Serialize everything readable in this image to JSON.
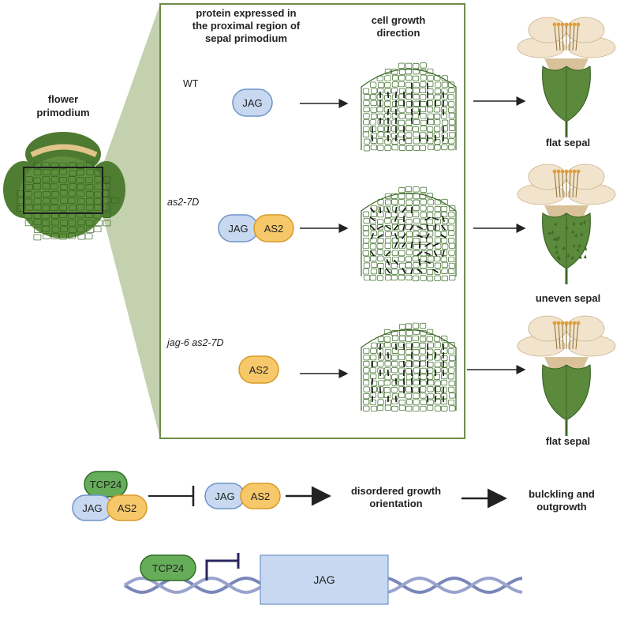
{
  "colors": {
    "frame": "#6d8b4b",
    "wedge": "#b8c9a1",
    "jag_fill": "#c7d8f0",
    "jag_stroke": "#6f94c8",
    "as2_fill": "#f7c86a",
    "as2_stroke": "#d89a26",
    "tcp_fill": "#66ad59",
    "tcp_stroke": "#2f6c2a",
    "leaf_green": "#5c8a3c",
    "petal": "#f2e3cc",
    "cell_line": "#3a6b25",
    "dna": "#7a86b8",
    "promoter": "#2a2660"
  },
  "primordium": {
    "label_line1": "flower",
    "label_line2": "primodium"
  },
  "headers": {
    "protein_line1": "protein expressed in",
    "protein_line2": "the proximal region of",
    "protein_line3": "sepal primodium",
    "growth_line1": "cell growth",
    "growth_line2": "direction"
  },
  "rows": [
    {
      "genotype": "WT",
      "proteins": [
        "JAG"
      ],
      "outcome": "flat sepal"
    },
    {
      "genotype": "as2-7D",
      "proteins": [
        "JAG",
        "AS2"
      ],
      "outcome": "uneven sepal"
    },
    {
      "genotype": "jag-6 as2-7D",
      "proteins": [
        "AS2"
      ],
      "outcome": "flat sepal"
    }
  ],
  "model": {
    "complex": [
      "TCP24",
      "JAG",
      "AS2"
    ],
    "target": [
      "JAG",
      "AS2"
    ],
    "step1_line1": "disordered growth",
    "step1_line2": "orientation",
    "step2_line1": "bulckling and",
    "step2_line2": "outgrowth"
  },
  "gene": {
    "tf": "TCP24",
    "gene": "JAG"
  },
  "icons": [
    "flower-primordium-icon",
    "cell-grid-icon",
    "flower-icon",
    "inhibition-arrow-icon",
    "dna-helix-icon",
    "promoter-arrow-icon"
  ]
}
